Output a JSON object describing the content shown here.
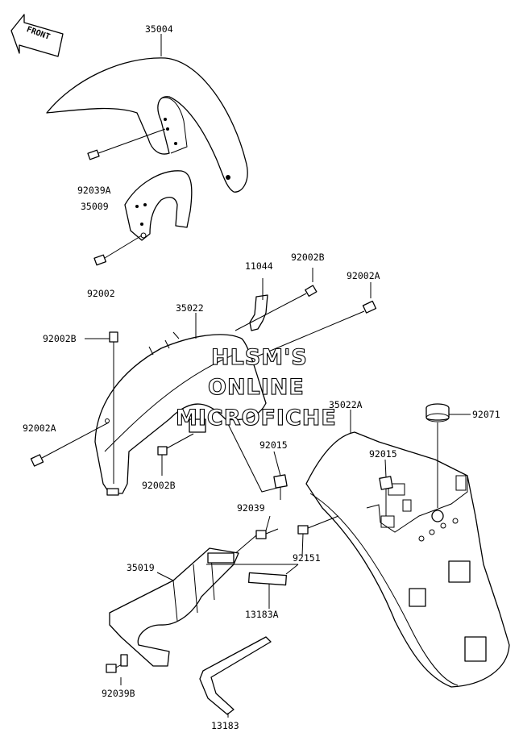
{
  "front_arrow": {
    "label": "FRONT"
  },
  "watermark": {
    "line1": "HLSM'S",
    "line2": "ONLINE",
    "line3": "MICROFICHE"
  },
  "parts": {
    "p35004": "35004",
    "p92039A": "92039A",
    "p35009": "35009",
    "p92002_top": "92002",
    "p11044": "11044",
    "p92002B_top": "92002B",
    "p92002A_top": "92002A",
    "p35022": "35022",
    "p92002B_left": "92002B",
    "p92002A_left": "92002A",
    "p92002B_mid": "92002B",
    "p35022A": "35022A",
    "p92071": "92071",
    "p92015_a": "92015",
    "p92015_b": "92015",
    "p92039": "92039",
    "p92151": "92151",
    "p35019": "35019",
    "p13183A": "13183A",
    "p92039B": "92039B",
    "p13183": "13183"
  }
}
